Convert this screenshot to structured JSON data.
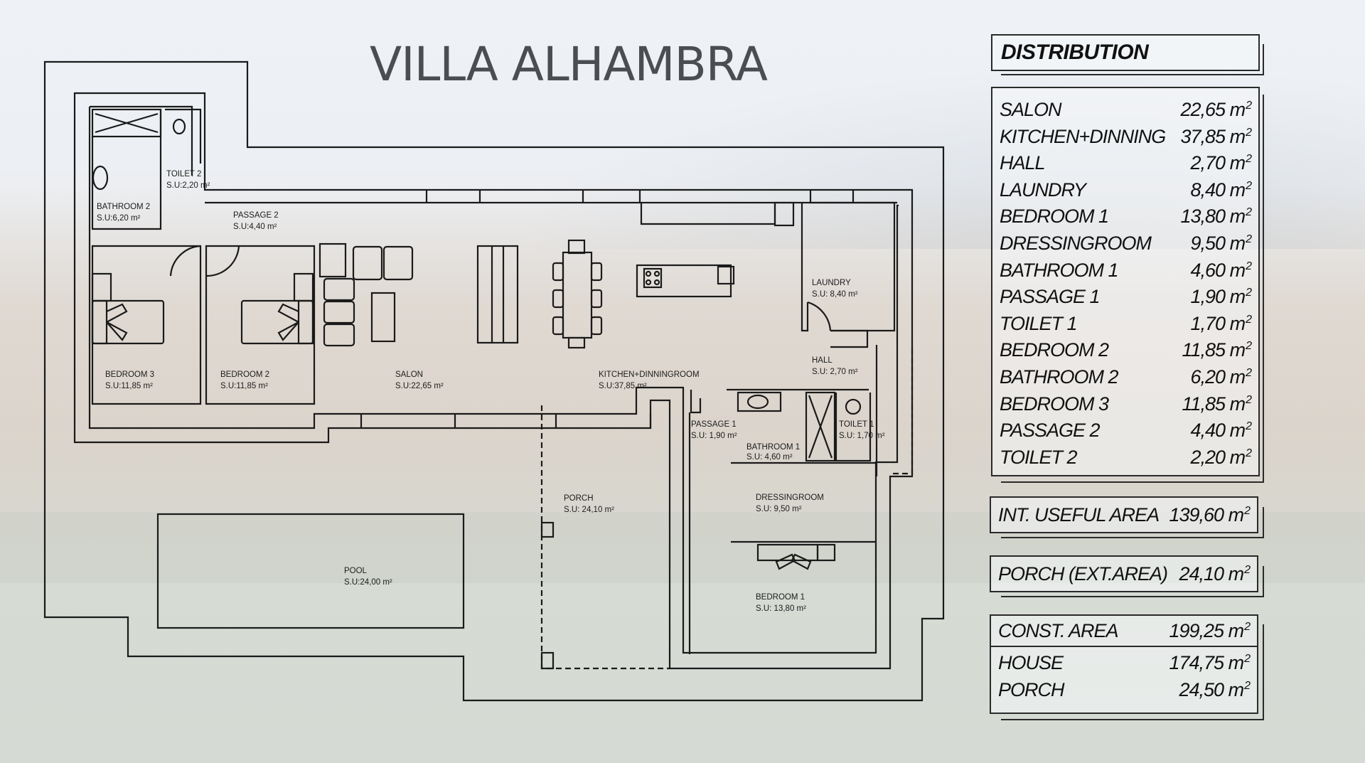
{
  "title": "VILLA ALHAMBRA",
  "colors": {
    "line": "#1a1a1a",
    "title": "#4a4d52",
    "text": "#111111"
  },
  "plan": {
    "rooms": [
      {
        "id": "bathroom-2",
        "name": "BATHROOM 2",
        "area": "S.U:6,20 m²"
      },
      {
        "id": "toilet-2",
        "name": "TOILET 2",
        "area": "S.U:2,20 m²"
      },
      {
        "id": "passage-2",
        "name": "PASSAGE 2",
        "area": "S.U:4,40 m²"
      },
      {
        "id": "bedroom-3",
        "name": "BEDROOM 3",
        "area": "S.U:11,85 m²"
      },
      {
        "id": "bedroom-2",
        "name": "BEDROOM 2",
        "area": "S.U:11,85 m²"
      },
      {
        "id": "salon",
        "name": "SALON",
        "area": "S.U:22,65 m²"
      },
      {
        "id": "kitchen",
        "name": "KITCHEN+DINNINGROOM",
        "area": "S.U:37,85 m²"
      },
      {
        "id": "laundry",
        "name": "LAUNDRY",
        "area": "S.U: 8,40 m²"
      },
      {
        "id": "hall",
        "name": "HALL",
        "area": "S.U: 2,70 m²"
      },
      {
        "id": "passage-1",
        "name": "PASSAGE 1",
        "area": "S.U: 1,90 m²"
      },
      {
        "id": "bathroom-1",
        "name": "BATHROOM 1",
        "area": "S.U: 4,60 m²"
      },
      {
        "id": "toilet-1",
        "name": "TOILET 1",
        "area": "S.U: 1,70 m²"
      },
      {
        "id": "dressingroom",
        "name": "DRESSINGROOM",
        "area": "S.U: 9,50 m²"
      },
      {
        "id": "bedroom-1",
        "name": "BEDROOM 1",
        "area": "S.U: 13,80 m²"
      },
      {
        "id": "porch",
        "name": "PORCH",
        "area": "S.U: 24,10 m²"
      },
      {
        "id": "pool",
        "name": "POOL",
        "area": "S.U:24,00 m²"
      }
    ]
  },
  "distribution": {
    "heading": "DISTRIBUTION",
    "unit": "m",
    "unit_sup": "2",
    "items": [
      {
        "name": "SALON",
        "value": "22,65"
      },
      {
        "name": "KITCHEN+DINNING",
        "value": "37,85"
      },
      {
        "name": "HALL",
        "value": "2,70"
      },
      {
        "name": "LAUNDRY",
        "value": "8,40"
      },
      {
        "name": "BEDROOM 1",
        "value": "13,80"
      },
      {
        "name": "DRESSINGROOM",
        "value": "9,50"
      },
      {
        "name": "BATHROOM 1",
        "value": "4,60"
      },
      {
        "name": "PASSAGE 1",
        "value": "1,90"
      },
      {
        "name": "TOILET 1",
        "value": "1,70"
      },
      {
        "name": "BEDROOM 2",
        "value": "11,85"
      },
      {
        "name": "BATHROOM 2",
        "value": "6,20"
      },
      {
        "name": "BEDROOM 3",
        "value": "11,85"
      },
      {
        "name": "PASSAGE 2",
        "value": "4,40"
      },
      {
        "name": "TOILET 2",
        "value": "2,20"
      }
    ],
    "useful_area": {
      "name": "INT. USEFUL AREA",
      "value": "139,60"
    },
    "porch_ext": {
      "name": "PORCH (EXT.AREA)",
      "value": "24,10"
    },
    "const_area": {
      "name": "CONST. AREA",
      "value": "199,25"
    },
    "const_items": [
      {
        "name": "HOUSE",
        "value": "174,75"
      },
      {
        "name": "PORCH",
        "value": "24,50"
      }
    ]
  }
}
